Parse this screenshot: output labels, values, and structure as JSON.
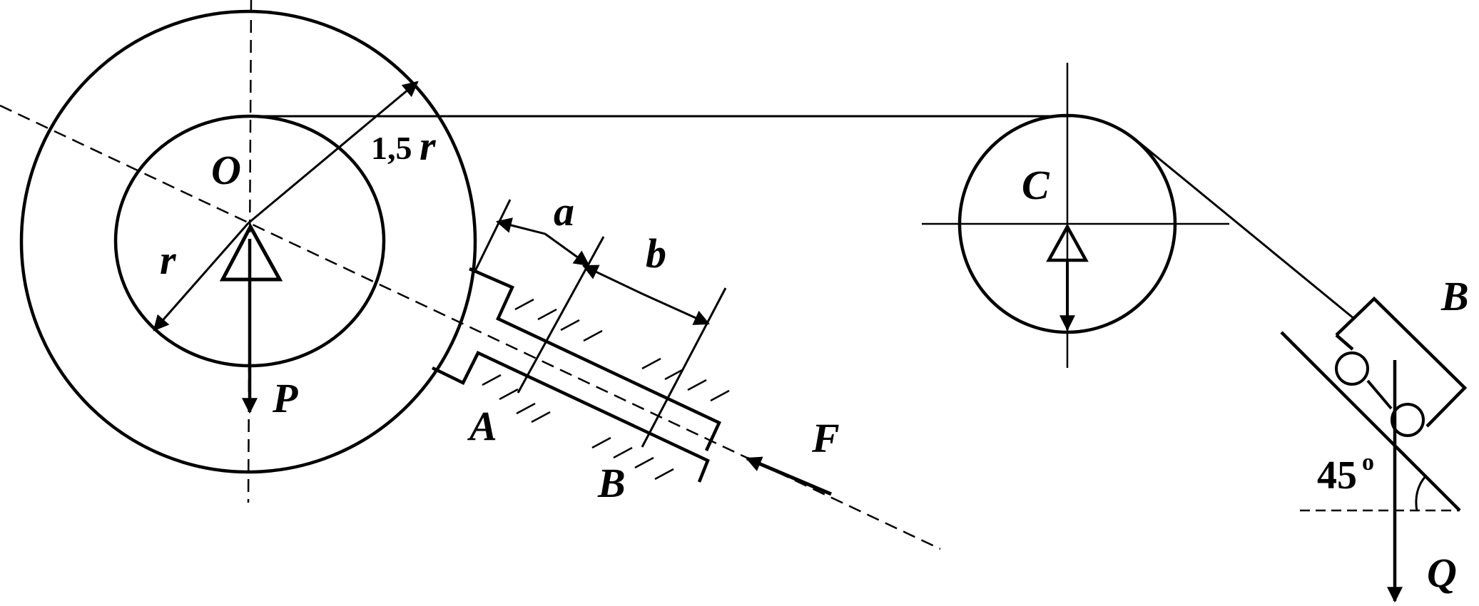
{
  "labels": {
    "O": "O",
    "r": "r",
    "r15_num": "1,5",
    "r15_r": "r",
    "P": "P",
    "a": "a",
    "b": "b",
    "A": "A",
    "B_brake": "B",
    "F": "F",
    "C": "C",
    "B_block": "B",
    "angle": "45",
    "degree": "o",
    "Q": "Q"
  },
  "colors": {
    "ink": "#000000",
    "paper": "#ffffff"
  }
}
